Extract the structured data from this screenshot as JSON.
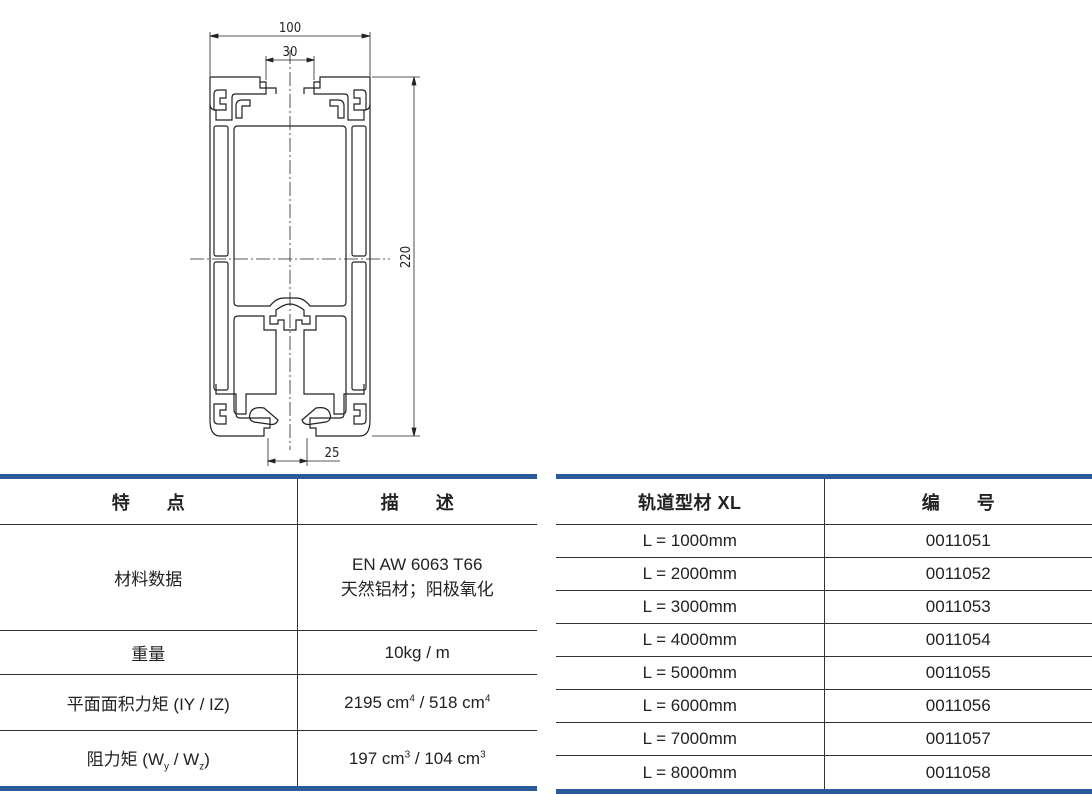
{
  "drawing": {
    "dim_width": "100",
    "dim_slot": "30",
    "dim_height": "220",
    "dim_bottom": "25"
  },
  "spec_table": {
    "header": [
      "特 点",
      "描 述"
    ],
    "rows": [
      {
        "feature": "材料数据",
        "desc_line1": "EN AW 6063 T66",
        "desc_line2": "天然铝材；阳极氧化"
      },
      {
        "feature": "重量",
        "desc": "10kg / m"
      },
      {
        "feature": "平面面积力矩 (IY / IZ)",
        "desc_a": "2195 cm",
        "desc_a_sup": "4",
        "desc_b": " / 518 cm",
        "desc_b_sup": "4"
      },
      {
        "feature_a": "阻力矩 (W",
        "feature_sub1": "y",
        "feature_b": " / W",
        "feature_sub2": "z",
        "feature_c": ")",
        "desc_a": "197 cm",
        "desc_a_sup": "3",
        "desc_b": " / 104 cm",
        "desc_b_sup": "3"
      }
    ]
  },
  "length_table": {
    "header": [
      "轨道型材 XL",
      "编 号"
    ],
    "rows": [
      {
        "length": "L = 1000mm",
        "code": "0011051"
      },
      {
        "length": "L = 2000mm",
        "code": "0011052"
      },
      {
        "length": "L = 3000mm",
        "code": "0011053"
      },
      {
        "length": "L = 4000mm",
        "code": "0011054"
      },
      {
        "length": "L = 5000mm",
        "code": "0011055"
      },
      {
        "length": "L = 6000mm",
        "code": "0011056"
      },
      {
        "length": "L = 7000mm",
        "code": "0011057"
      },
      {
        "length": "L = 8000mm",
        "code": "0011058"
      }
    ]
  },
  "colors": {
    "accent": "#2b5a9a",
    "line": "#333333"
  }
}
